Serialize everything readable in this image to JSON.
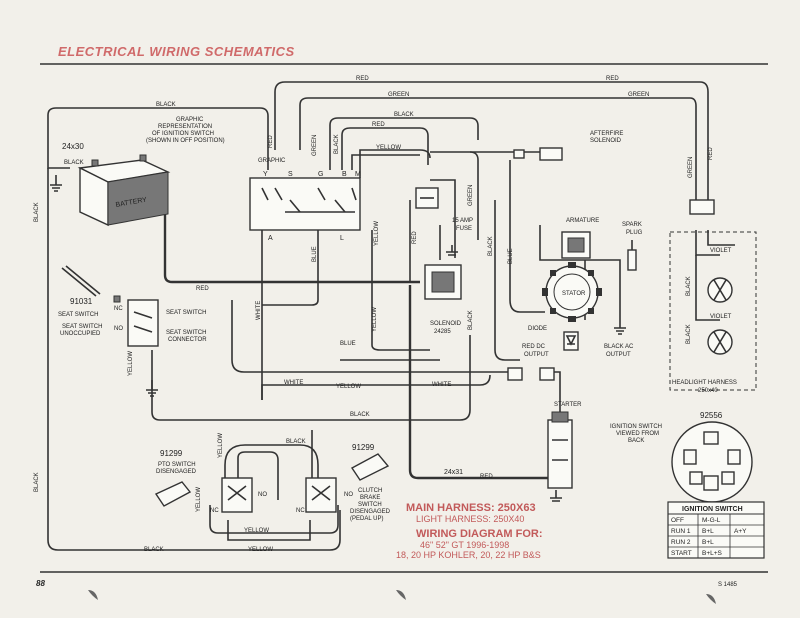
{
  "header": {
    "title": "ELECTRICAL WIRING SCHEMATICS",
    "page_number": "88",
    "doc_code": "S 1485"
  },
  "wire_colors": {
    "red": "RED",
    "black": "BLACK",
    "green": "GREEN",
    "yellow": "YELLOW",
    "blue": "BLUE",
    "white": "WHITE",
    "violet": "VIOLET"
  },
  "components": {
    "battery": {
      "part": "24x30",
      "label": "BATTERY",
      "lead": "BLACK"
    },
    "ignition_switch_graphic": {
      "line1": "GRAPHIC",
      "line2": "REPRESENTATION",
      "line3": "OF IGNITION SWITCH",
      "line4": "(SHOWN IN OFF POSITION)",
      "terminals": [
        "Y",
        "S",
        "G",
        "B",
        "M",
        "A",
        "L"
      ]
    },
    "afterfire_solenoid": {
      "line1": "AFTERFIRE",
      "line2": "SOLENOID"
    },
    "fuse": {
      "label": "15 AMP",
      "label2": "FUSE"
    },
    "armature": {
      "label": "ARMATURE"
    },
    "spark_plug": {
      "line1": "SPARK",
      "line2": "PLUG"
    },
    "stator": {
      "label": "STATOR"
    },
    "diode": {
      "label": "DIODE"
    },
    "red_ac_output": {
      "line1": "RED DC",
      "line2": "OUTPUT"
    },
    "black_ac_output": {
      "line1": "BLACK AC",
      "line2": "OUTPUT"
    },
    "solenoid": {
      "label": "SOLENOID",
      "part": "24285"
    },
    "seat_switch": {
      "part": "91031",
      "line1": "SEAT SWITCH",
      "line2": "SEAT SWITCH",
      "line3": "UNOCCUPIED",
      "label_switch": "SEAT SWITCH",
      "label_connector": "SEAT SWITCH",
      "label_connector2": "CONNECTOR"
    },
    "pto_switch": {
      "part": "91299",
      "line1": "PTO SWITCH",
      "line2": "DISENGAGED"
    },
    "clutch_switch": {
      "part": "91299",
      "line1": "CLUTCH",
      "line2": "BRAKE",
      "line3": "SWITCH",
      "line4": "DISENGAGED",
      "line5": "(PEDAL UP)"
    },
    "starter": {
      "label": "STARTER",
      "cable": "24x31"
    },
    "headlight_harness": {
      "line1": "HEADLIGHT HARNESS",
      "line2": "250x40"
    },
    "ignition_switch_view": {
      "part": "92556",
      "line1": "IGNITION SWITCH",
      "line2": "VIEWED FROM",
      "line3": "BACK"
    },
    "nc": "NC",
    "no": "NO",
    "terminal_a": "A",
    "terminal_l": "L"
  },
  "main_harness": {
    "line1": "MAIN HARNESS: 250X63",
    "line2": "LIGHT HARNESS: 250X40",
    "line3": "WIRING DIAGRAM FOR:",
    "line4": "46\" 52\" GT 1996-1998",
    "line5": "18, 20 HP KOHLER, 20, 22 HP B&S"
  },
  "ignition_table": {
    "title": "IGNITION SWITCH",
    "rows": [
      {
        "pos": "OFF",
        "a": "M-G-L",
        "b": ""
      },
      {
        "pos": "RUN 1",
        "a": "B+L",
        "b": "A+Y"
      },
      {
        "pos": "RUN 2",
        "a": "B+L",
        "b": ""
      },
      {
        "pos": "START",
        "a": "B+L+S",
        "b": ""
      }
    ]
  },
  "colors": {
    "title_red": "#d06a6a",
    "ink": "#333333",
    "paper": "#f2f0ea"
  }
}
